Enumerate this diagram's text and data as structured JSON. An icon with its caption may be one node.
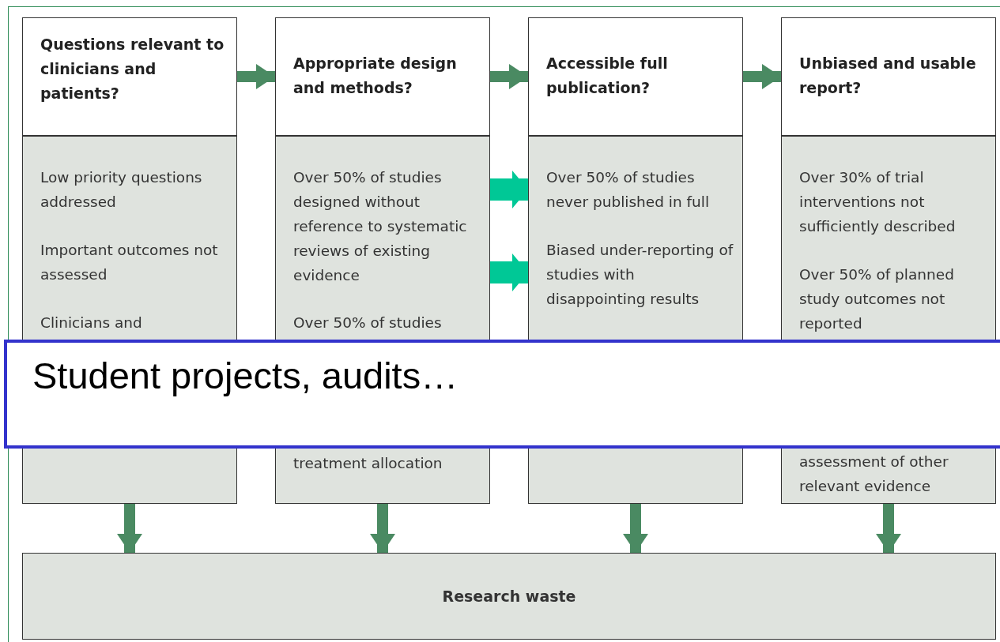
{
  "diagram": {
    "nodes": [
      {
        "text": [
          "Questions relevant to clinicians and patients?"
        ]
      },
      {
        "text": [
          "Appropriate design and methods?"
        ]
      },
      {
        "text": [
          "Accessible full publication?"
        ]
      },
      {
        "text": [
          "Unbiased and usable report?"
        ]
      },
      {
        "text": [
          "Low priority questions addressed",
          "Important outcomes not assessed",
          "Clinicians and"
        ]
      },
      {
        "text": [
          "Over 50% of studies designed without reference to systematic reviews of existing evidence",
          "Over 50% of studies",
          "treatment allocation"
        ]
      },
      {
        "text": [
          "Over 50% of studies never published in full",
          "Biased under-reporting of studies with disappointing results"
        ]
      },
      {
        "text": [
          "Over 30% of trial interventions not sufficiently described",
          "Over 50% of planned study outcomes not reported",
          "assessment of other relevant evidence"
        ]
      },
      {
        "text": [
          "Student projects, audits…"
        ]
      },
      {
        "text": [
          "Research waste"
        ]
      }
    ],
    "edges": [
      {
        "from": 0,
        "to": 1,
        "arrow": "to"
      },
      {
        "from": 1,
        "to": 2,
        "arrow": "to"
      },
      {
        "from": 2,
        "to": 3,
        "arrow": "to"
      },
      {
        "from": 4,
        "to": 9,
        "arrow": "to"
      },
      {
        "from": 5,
        "to": 9,
        "arrow": "to"
      },
      {
        "from": 6,
        "to": 9,
        "arrow": "to"
      },
      {
        "from": 7,
        "to": 9,
        "arrow": "to"
      },
      {
        "from": 5,
        "to": 6,
        "arrow": "to",
        "style": "thick",
        "color": "#00c896"
      },
      {
        "from": 5,
        "to": 6,
        "arrow": "to",
        "style": "thick",
        "color": "#00c896"
      }
    ]
  }
}
